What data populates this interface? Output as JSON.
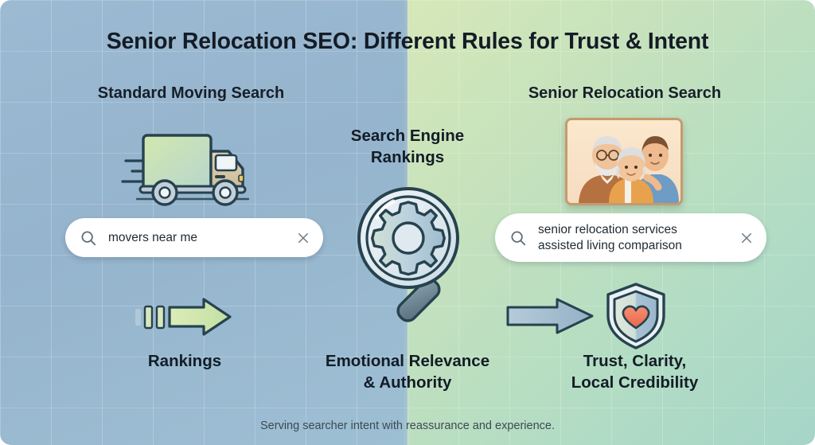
{
  "title": "Senior Relocation SEO: Different Rules for Trust & Intent",
  "columns": {
    "left_heading": "Standard Moving Search",
    "right_heading": "Senior Relocation Search",
    "center_heading": "Search Engine\nRankings"
  },
  "search_left": {
    "query": "movers near me",
    "search_icon": "search-icon",
    "clear_icon": "close-icon"
  },
  "search_right": {
    "query": "senior relocation services\nassisted living comparison",
    "search_icon": "search-icon",
    "clear_icon": "close-icon"
  },
  "outcomes": {
    "left": "Rankings",
    "center": "Emotional Relevance\n& Authority",
    "right": "Trust, Clarity,\nLocal Credibility"
  },
  "footer": "Serving searcher intent with reassurance and experience.",
  "icons": {
    "truck": "moving-truck-icon",
    "magnifier_gear": "magnifier-gear-icon",
    "arrow_left": "arrow-right-green-icon",
    "arrow_right": "arrow-right-blue-icon",
    "shield_heart": "shield-heart-icon",
    "photo": "senior-family-photo"
  },
  "colors": {
    "left_panel": "#96b4cd",
    "right_panel": "#bfdfbe",
    "right_panel_end": "#a6d5c8",
    "text_dark": "#131c26",
    "footer_text": "#3c4954",
    "outline": "#27424f",
    "heart": "#f0785e",
    "frame": "#c79a6b",
    "arrow_green": "#cfe6a8",
    "arrow_blue": "#9db8cc"
  }
}
